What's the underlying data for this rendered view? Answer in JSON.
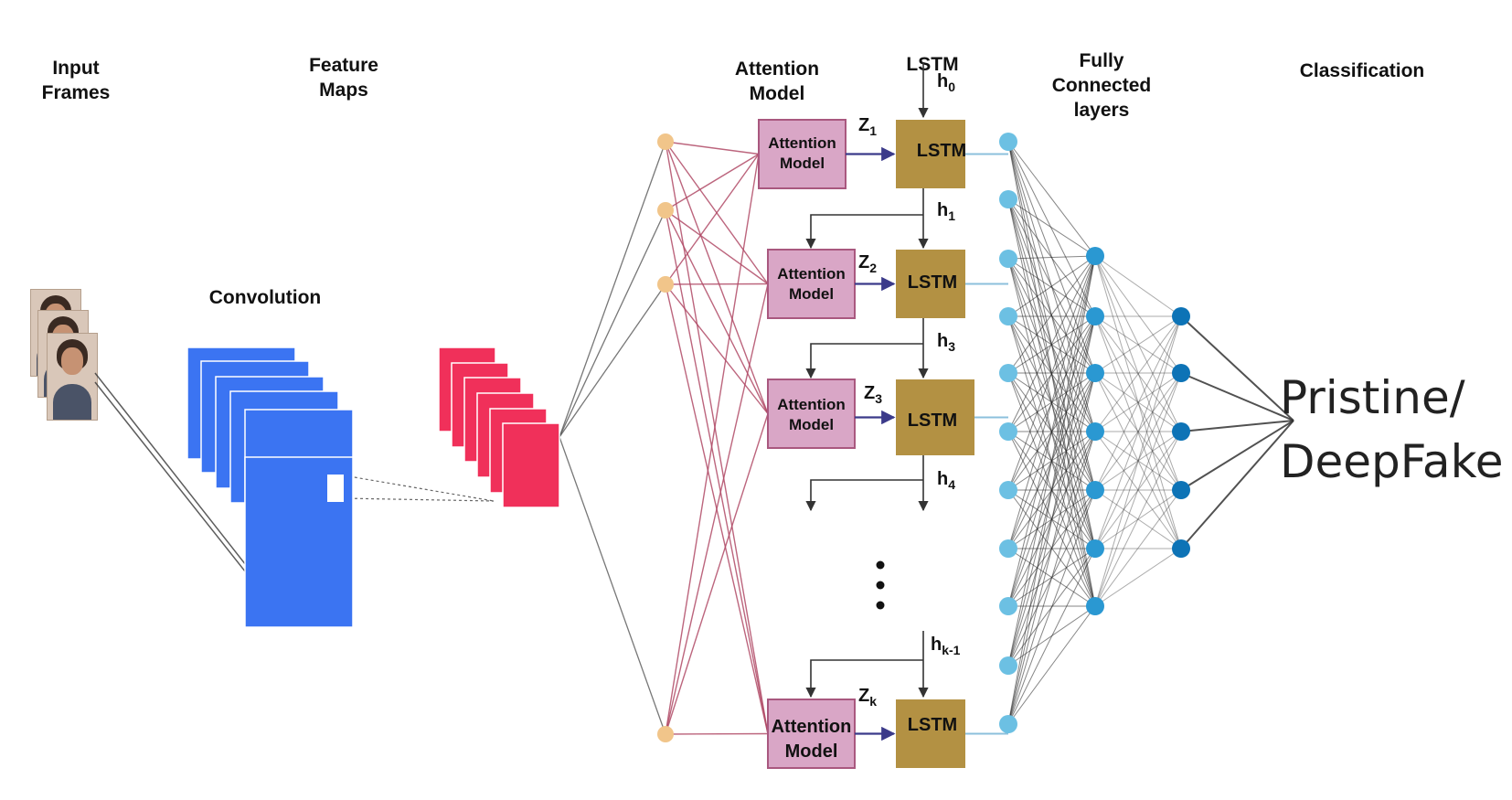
{
  "headers": {
    "input_frames": [
      "Input",
      "Frames"
    ],
    "feature_maps": [
      "Feature",
      "Maps"
    ],
    "attention_model": [
      "Attention",
      "Model"
    ],
    "lstm": "LSTM",
    "fully_connected": [
      "Fully",
      "Connected",
      "layers"
    ],
    "classification": "Classification"
  },
  "convolution_label": "Convolution",
  "attention_blocks": [
    {
      "line1": "Attention",
      "line2": "Model"
    },
    {
      "line1": "Attention",
      "line2": "Model"
    },
    {
      "line1": "Attention",
      "line2": "Model"
    },
    {
      "line1": "Attention",
      "line2": "Model"
    }
  ],
  "lstm_blocks": [
    "LSTM",
    "LSTM",
    "LSTM",
    "LSTM"
  ],
  "z_labels": [
    {
      "base": "Z",
      "sub": "1"
    },
    {
      "base": "Z",
      "sub": "2"
    },
    {
      "base": "Z",
      "sub": "3"
    },
    {
      "base": "Z",
      "sub": "k"
    }
  ],
  "h_labels": [
    {
      "base": "h",
      "sub": "0"
    },
    {
      "base": "h",
      "sub": "1"
    },
    {
      "base": "h",
      "sub": "3"
    },
    {
      "base": "h",
      "sub": "4"
    },
    {
      "base": "h",
      "sub": "k-1"
    }
  ],
  "output": [
    "Pristine/",
    "DeepFake"
  ],
  "colors": {
    "conv_blue": "#3b74f2",
    "feature_red": "#f0305a",
    "attention_pink": "#d9a6c6",
    "attention_border": "#a9587f",
    "lstm_gold": "#b39143",
    "node_orange": "#f1c58a",
    "node_light": "#6cc0e3",
    "node_mid": "#2a98d2",
    "node_dark": "#0d73b6",
    "edge_red": "#b04a66"
  }
}
